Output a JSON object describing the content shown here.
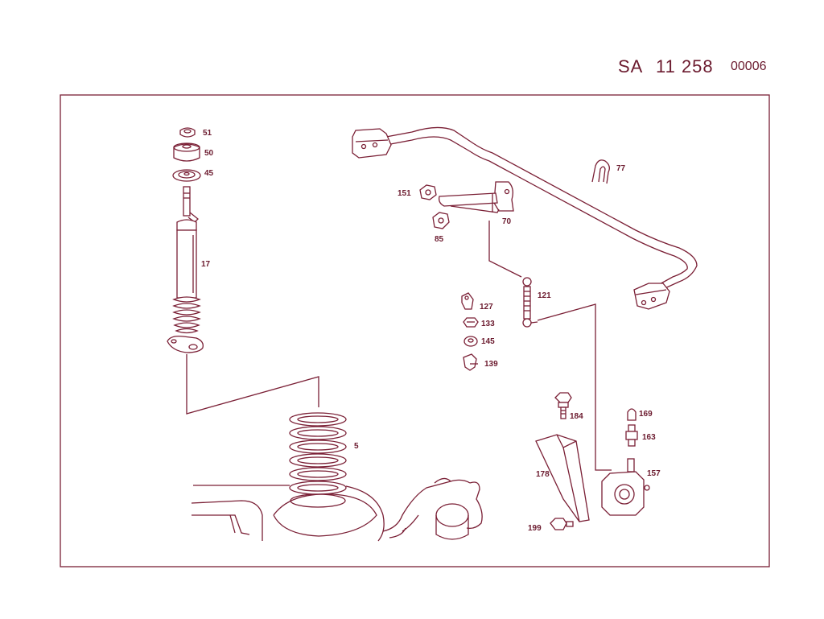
{
  "header": {
    "prefix": "SA",
    "number": "11 258",
    "suffix": "00006"
  },
  "callouts": [
    {
      "id": "c51",
      "text": "51"
    },
    {
      "id": "c50",
      "text": "50"
    },
    {
      "id": "c45",
      "text": "45"
    },
    {
      "id": "c17",
      "text": "17"
    },
    {
      "id": "c5",
      "text": "5"
    },
    {
      "id": "c151",
      "text": "151"
    },
    {
      "id": "c85",
      "text": "85"
    },
    {
      "id": "c70",
      "text": "70"
    },
    {
      "id": "c77",
      "text": "77"
    },
    {
      "id": "c121",
      "text": "121"
    },
    {
      "id": "c127",
      "text": "127"
    },
    {
      "id": "c133",
      "text": "133"
    },
    {
      "id": "c145",
      "text": "145"
    },
    {
      "id": "c139",
      "text": "139"
    },
    {
      "id": "c184",
      "text": "184"
    },
    {
      "id": "c169",
      "text": "169"
    },
    {
      "id": "c163",
      "text": "163"
    },
    {
      "id": "c178",
      "text": "178"
    },
    {
      "id": "c157",
      "text": "157"
    },
    {
      "id": "c199",
      "text": "199"
    }
  ],
  "colors": {
    "line": "#7a1f35",
    "text": "#6b1a2e",
    "background": "#ffffff"
  }
}
